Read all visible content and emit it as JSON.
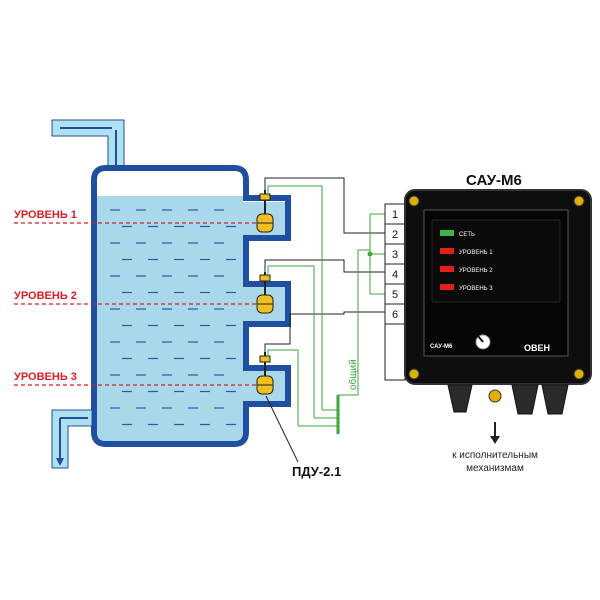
{
  "device": {
    "title": "САУ-М6",
    "model_label": "САУ-М6",
    "brand": "ОВЕН"
  },
  "levels": [
    {
      "label": "УРОВЕНЬ 1"
    },
    {
      "label": "УРОВЕНЬ 2"
    },
    {
      "label": "УРОВЕНЬ 3"
    }
  ],
  "indicators": [
    {
      "label": "СЕТЬ",
      "color": "#3cb54a"
    },
    {
      "label": "УРОВЕНЬ 1",
      "color": "#e0201b"
    },
    {
      "label": "УРОВЕНЬ 2",
      "color": "#e0201b"
    },
    {
      "label": "УРОВЕНЬ 3",
      "color": "#e0201b"
    }
  ],
  "terminals": [
    "1",
    "2",
    "3",
    "4",
    "5",
    "6"
  ],
  "sensor_label": "ПДУ-2.1",
  "common_label": "общий",
  "output_label": {
    "line1": "к исполнительным",
    "line2": "механизмам"
  },
  "colors": {
    "tank_outline": "#1f4fa0",
    "liquid": "#a9d8ea",
    "pipe": "#aee0ef",
    "wire_common": "#3aa83a",
    "level_line": "#d81e26",
    "float": "#f0c020"
  }
}
